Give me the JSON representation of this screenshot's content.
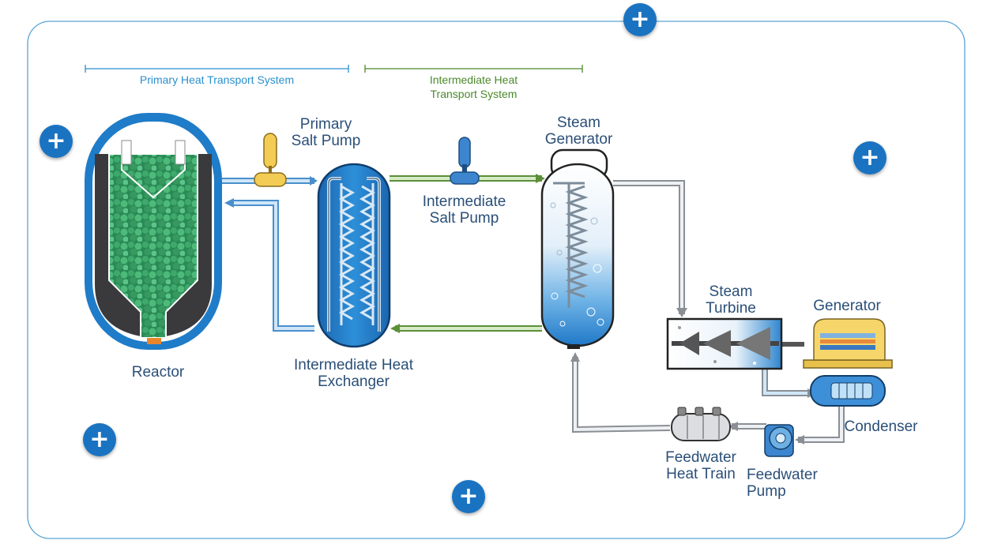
{
  "systems": {
    "primary": "Primary Heat Transport System",
    "intermediate_line1": "Intermediate Heat",
    "intermediate_line2": "Transport System"
  },
  "components": {
    "primary_pump": [
      "Primary",
      "Salt Pump"
    ],
    "steam_generator": [
      "Steam",
      "Generator"
    ],
    "intermediate_pump": [
      "Intermediate",
      "Salt Pump"
    ],
    "reactor": "Reactor",
    "heat_exchanger": [
      "Intermediate Heat",
      "Exchanger"
    ],
    "steam_turbine": [
      "Steam",
      "Turbine"
    ],
    "generator": "Generator",
    "condenser": "Condenser",
    "feedwater_heat_train": [
      "Feedwater",
      "Heat Train"
    ],
    "feedwater_pump": [
      "Feedwater",
      "Pump"
    ]
  },
  "hotspot_symbol": "+",
  "colors": {
    "frame": "#5aa3d6",
    "label": "#2b4f78",
    "primary_system": "#2a8fcf",
    "intermediate_system": "#4a8a2a",
    "hotspot": "#1a73c1",
    "reactor_fuel": "#2e8b57"
  }
}
